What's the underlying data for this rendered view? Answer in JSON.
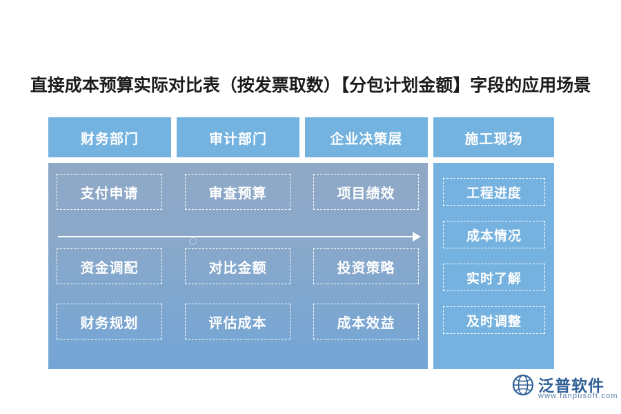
{
  "title": "直接成本预算实际对比表（按发票取数）【分包计划金额】字段的应用场景",
  "diagram": {
    "type": "grid-flow",
    "headers": [
      {
        "label": "财务部门"
      },
      {
        "label": "审计部门"
      },
      {
        "label": "企业决策层"
      },
      {
        "label": "施工现场"
      }
    ],
    "left_panel": {
      "rows": [
        [
          "支付申请",
          "审查预算",
          "项目绩效"
        ],
        [
          "资金调配",
          "对比金额",
          "投资策略"
        ],
        [
          "财务规划",
          "评估成本",
          "成本效益"
        ]
      ],
      "arrow": "right-arrow"
    },
    "right_panel": {
      "items": [
        "工程进度",
        "成本情况",
        "实时了解",
        "及时调整"
      ]
    }
  },
  "logo": {
    "name": "泛普软件",
    "domain": "www.fanpusoft.com",
    "mark": "globe-icon"
  },
  "colors": {
    "header_blue": "#74b3e0",
    "right_blue": "#75b2df",
    "panel_top": "#8fa8c6",
    "panel_bottom": "#74a5d6",
    "title_text": "#1b1b1b",
    "logo_text": "#2f5f96"
  }
}
